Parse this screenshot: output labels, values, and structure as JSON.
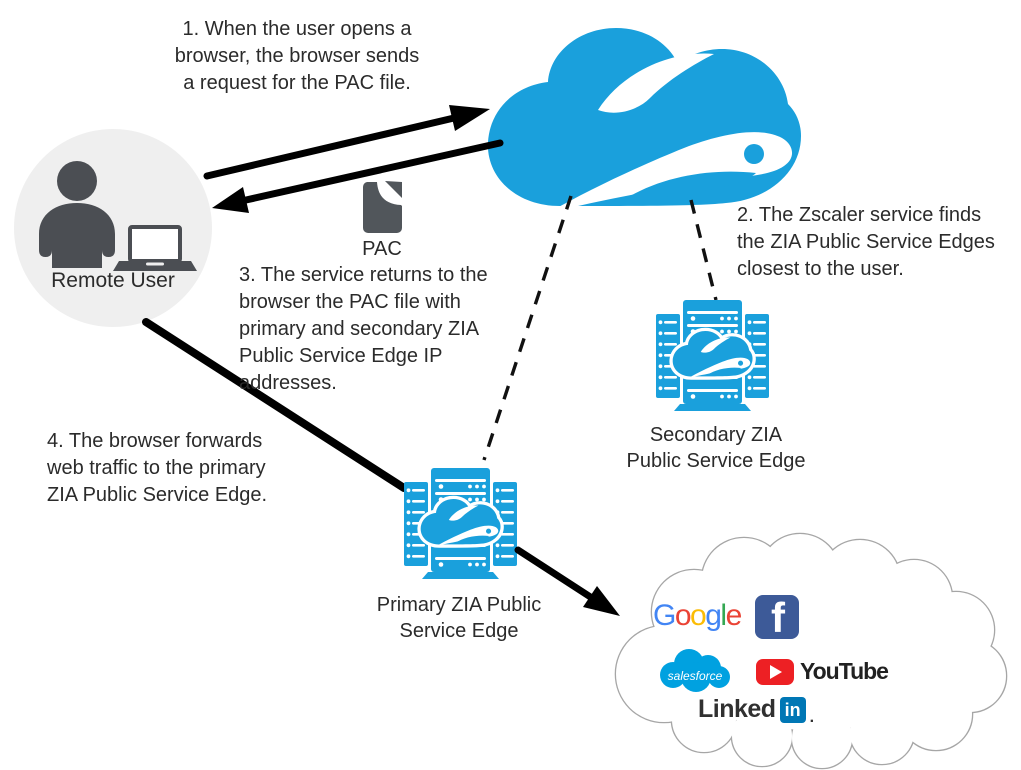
{
  "colors": {
    "zscaler_blue": "#1AA0DC",
    "diagram_text": "#2B2B2B",
    "arrow_black": "#000000",
    "user_circle_bg": "#EFEFEF",
    "user_icon_gray": "#4B4E53",
    "pac_doc_gray": "#51565B",
    "apps_cloud_outline": "#A6A6A6",
    "google_blue": "#4285F4",
    "google_red": "#EA4335",
    "google_yellow": "#FBBC05",
    "google_green": "#34A853",
    "facebook_blue": "#3D5A98",
    "salesforce_blue": "#00A1E0",
    "youtube_red": "#ED2024",
    "youtube_text": "#212121",
    "linkedin_blue": "#0077B5",
    "linkedin_text": "#303030"
  },
  "steps": {
    "step1": {
      "lines": [
        "1. When the user opens a",
        "browser, the browser sends",
        "a request for the PAC file."
      ]
    },
    "step2": {
      "lines": [
        "2. The Zscaler service finds",
        "the ZIA Public Service Edges",
        "closest to the user."
      ]
    },
    "step3": {
      "lines": [
        "3. The service returns to the",
        "browser the PAC file with",
        "primary and secondary ZIA",
        "Public Service Edge IP",
        "addresses."
      ]
    },
    "step4": {
      "lines": [
        "4. The browser forwards",
        "web traffic to the primary",
        "ZIA Public Service Edge."
      ]
    }
  },
  "nodes": {
    "remote_user": {
      "label": "Remote User"
    },
    "pac": {
      "label": "PAC"
    },
    "secondary_edge": {
      "lines": [
        "Secondary ZIA",
        "Public Service Edge"
      ]
    },
    "primary_edge": {
      "lines": [
        "Primary ZIA Public",
        "Service Edge"
      ]
    }
  },
  "apps": {
    "google": {
      "letters": [
        "G",
        "o",
        "o",
        "g",
        "l",
        "e"
      ]
    },
    "facebook": {
      "letter": "f"
    },
    "salesforce": {
      "label": "salesforce"
    },
    "youtube": {
      "label": "YouTube"
    },
    "linkedin": {
      "word": "Linked",
      "tile": "in",
      "tm": "."
    }
  }
}
